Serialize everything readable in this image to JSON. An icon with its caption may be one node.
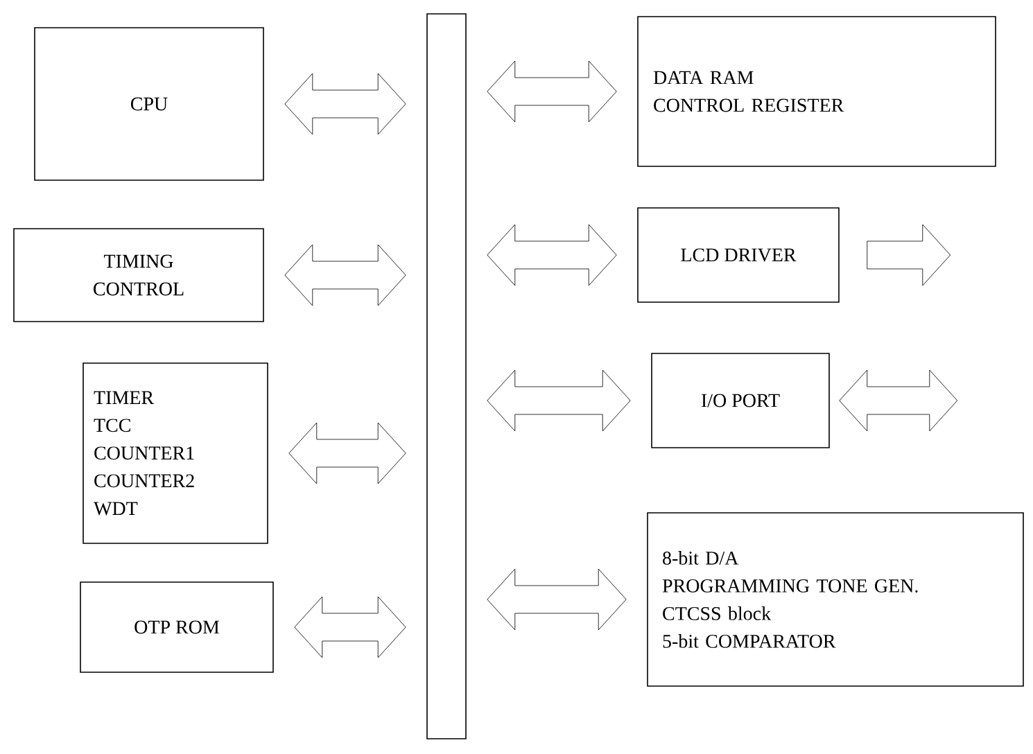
{
  "diagram": {
    "nodes": [
      {
        "text": [
          "CPU"
        ]
      },
      {
        "text": [
          "TIMING CONTROL"
        ]
      },
      {
        "text": [
          "TIMER",
          "TCC",
          "COUNTER1",
          "COUNTER2",
          "WDT"
        ]
      },
      {
        "text": [
          "OTP ROM"
        ]
      },
      {
        "text": [],
        "shape": "bar"
      },
      {
        "text": [
          "DATA RAM",
          "CONTROL REGISTER"
        ]
      },
      {
        "text": [
          "LCD DRIVER"
        ]
      },
      {
        "text": [
          "I/O PORT"
        ]
      },
      {
        "text": [
          "8-bit D/A",
          "PROGRAMMING TONE GEN.",
          "CTCSS block",
          "5-bit COMPARATOR"
        ]
      }
    ],
    "edges": [
      {
        "from": 0,
        "to": 4,
        "arrow": "both"
      },
      {
        "from": 1,
        "to": 4,
        "arrow": "both"
      },
      {
        "from": 2,
        "to": 4,
        "arrow": "both"
      },
      {
        "from": 3,
        "to": 4,
        "arrow": "both"
      },
      {
        "from": 4,
        "to": 5,
        "arrow": "both"
      },
      {
        "from": 4,
        "to": 6,
        "arrow": "both"
      },
      {
        "from": 4,
        "to": 7,
        "arrow": "both"
      },
      {
        "from": 4,
        "to": 8,
        "arrow": "both"
      },
      {
        "from": 6,
        "to": null,
        "arrow": "to"
      },
      {
        "from": 7,
        "to": null,
        "arrow": "both"
      }
    ]
  }
}
